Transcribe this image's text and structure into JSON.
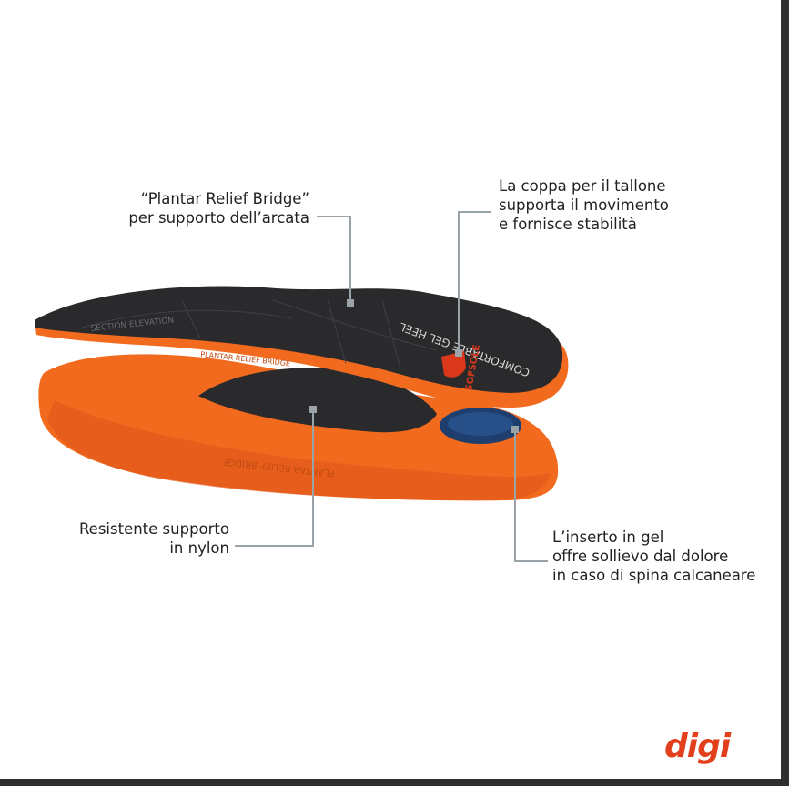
{
  "callouts": {
    "arch_bridge": "“Plantar Relief Bridge”\nper supporto dell’arcata",
    "heel_cup": "La coppa per il tallone\nsupporta il movimento\ne fornisce stabilità",
    "nylon_support": "Resistente supporto\nin nylon",
    "gel_insert": "L’inserto in gel\noffre sollievo dal dolore\nin caso di spina calcaneare"
  },
  "insole_print": {
    "section": "SECTION ELEVATION",
    "gel_heel": "COMFORTABLE GEL HEEL",
    "brand": "SOFSOLE",
    "plantar_top": "PLANTAR RELIEF BRIDGE",
    "plantar_bottom": "PLANTAR RELIEF BRIDGE"
  },
  "logo": {
    "text": "digi",
    "color": "#e2401c"
  },
  "colors": {
    "orange": "#f26a1e",
    "dark": "#2a2a2c",
    "gel_blue": "#1e3f6e",
    "leader": "#9aa3a8"
  }
}
